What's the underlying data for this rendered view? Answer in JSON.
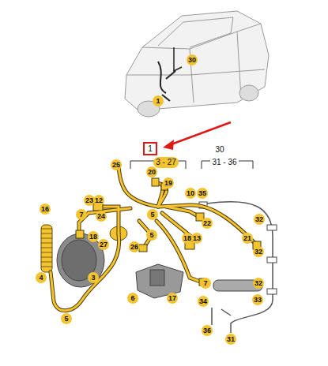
{
  "diagram": {
    "labels": [
      "30",
      "1",
      "1",
      "3 - 27",
      "30",
      "31 - 36",
      "25",
      "20",
      "19",
      "23",
      "12",
      "7",
      "24",
      "10",
      "35",
      "16",
      "5",
      "22",
      "18",
      "27",
      "5",
      "26",
      "18",
      "13",
      "21",
      "32",
      "32",
      "32",
      "4",
      "3",
      "6",
      "17",
      "7",
      "34",
      "33",
      "5",
      "36",
      "31"
    ]
  }
}
